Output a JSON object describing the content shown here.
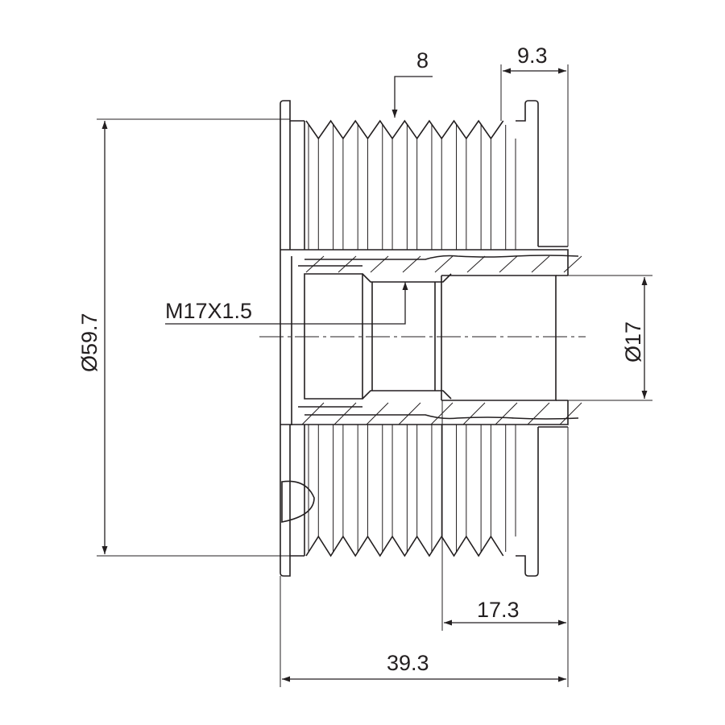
{
  "drawing": {
    "title": "Alternator freewheel pulley dimensional drawing",
    "dimensions": {
      "outer_diameter": "Ø59.7",
      "rib_count": "8",
      "right_offset": "9.3",
      "thread": "M17X1.5",
      "bore_diameter": "Ø17",
      "hub_length": "17.3",
      "overall_length": "39.3"
    },
    "line_color": "#231f20"
  }
}
